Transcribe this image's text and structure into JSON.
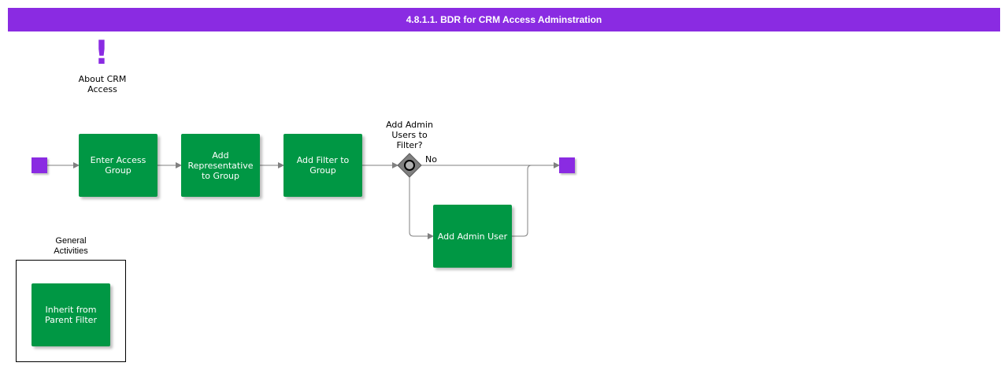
{
  "title": "4.8.1.1. BDR for CRM Access Adminstration",
  "annotation": {
    "label": "About CRM Access",
    "icon": "exclamation-icon"
  },
  "colors": {
    "accent": "#8a2be2",
    "task": "#009744",
    "gateway": "#808080",
    "flow": "#808080"
  },
  "tasks": {
    "enter_access_group": "Enter Access Group",
    "add_representative": "Add Representative to Group",
    "add_filter": "Add Filter to Group",
    "add_admin_user": "Add Admin User",
    "inherit_filter": "Inherit from Parent Filter"
  },
  "gateway": {
    "question": "Add Admin Users to Filter?",
    "no_label": "No"
  },
  "general_activities": {
    "label": "General Activities"
  }
}
